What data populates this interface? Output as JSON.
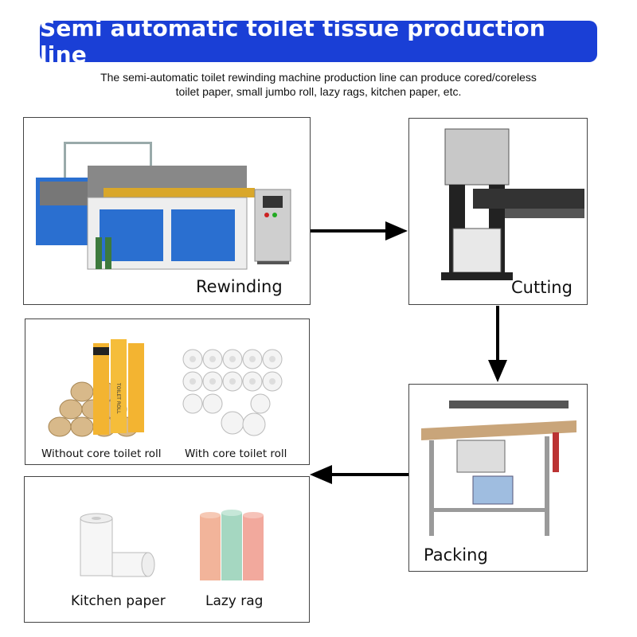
{
  "title": "Semi automatic toilet tissue production line",
  "subtitle_line1": "The semi-automatic toilet rewinding machine production line can produce cored/coreless",
  "subtitle_line2": "toilet paper, small jumbo roll, lazy rags, kitchen paper, etc.",
  "steps": {
    "rewinding": "Rewinding",
    "cutting": "Cutting",
    "packing": "Packing"
  },
  "products": {
    "without_core": "Without core toilet roll",
    "with_core": "With core toilet roll",
    "kitchen_paper": "Kitchen paper",
    "lazy_rag": "Lazy rag"
  },
  "package_text": "TOILET ROLL",
  "colors": {
    "banner": "#1a3fd6",
    "machine_blue": "#2a6fd0",
    "arrow": "#000000"
  }
}
